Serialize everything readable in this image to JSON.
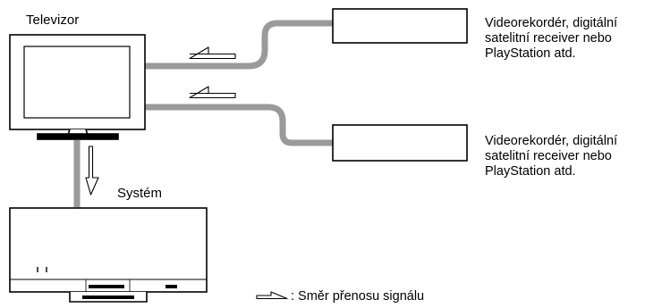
{
  "tv": {
    "label": "Televizor"
  },
  "system": {
    "label": "Systém"
  },
  "devices": [
    {
      "label": "Videorekordér, digitální\nsatelitní receiver nebo\nPlayStation atd."
    },
    {
      "label": "Videorekordér, digitální\nsatelitní receiver nebo\nPlayStation atd."
    }
  ],
  "legend": {
    "text": ": Směr přenosu signálu"
  },
  "colors": {
    "cable": "#9a9a9a",
    "line": "#000000",
    "screen": "#ffffff"
  }
}
